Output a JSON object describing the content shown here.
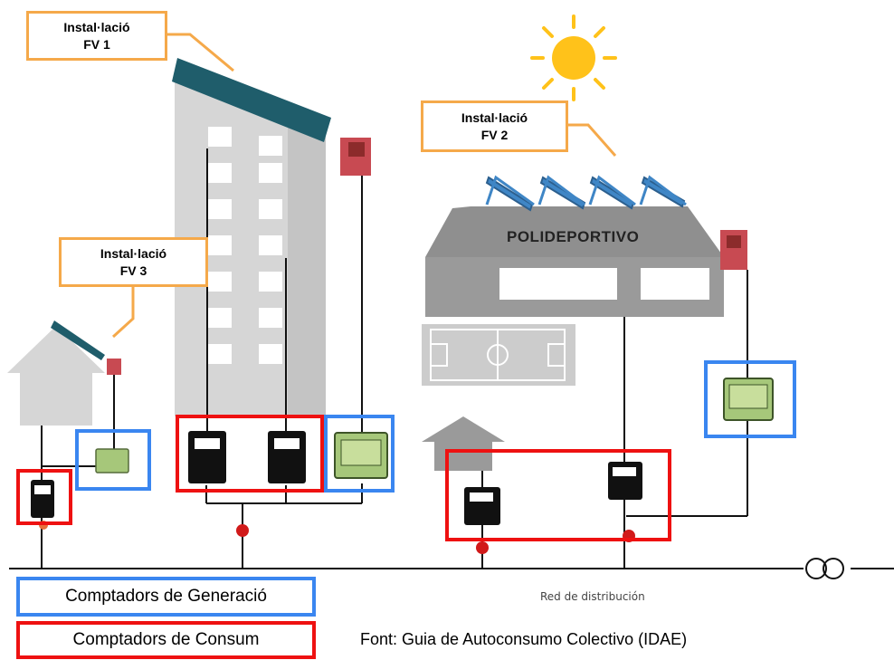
{
  "callouts": {
    "fv1": "Instal·lació\nFV 1",
    "fv2": "Instal·lació\nFV 2",
    "fv3": "Instal·lació\nFV 3"
  },
  "building_labels": {
    "sports_center": "POLIDEPORTIVO"
  },
  "grid_label": "Red de distribución",
  "legend": {
    "generation": "Comptadors de Generació",
    "consumption": "Comptadors de Consum"
  },
  "source_note": "Font: Guia de Autoconsumo Colectivo (IDAE)",
  "colors": {
    "generation_border": "#3a86f0",
    "consumption_border": "#ee1111",
    "callout_border": "#f5a94a",
    "building_gray": "#d4d4d4",
    "panel_teal": "#1f5d6b",
    "sun": "#ffc21a"
  }
}
